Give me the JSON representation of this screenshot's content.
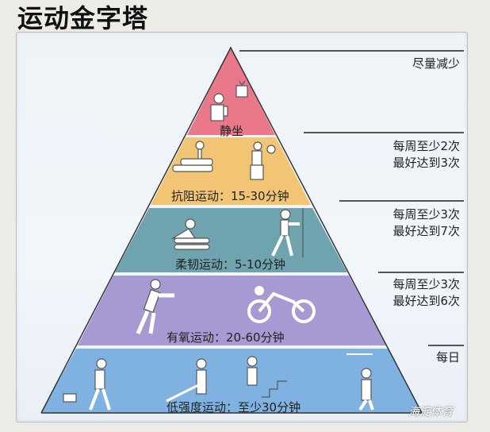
{
  "title": "运动金字塔",
  "colors": {
    "sedentary": "#e8788a",
    "resistance": "#f2c574",
    "flexibility": "#6fa3ae",
    "aerobic": "#a79ad3",
    "low_intensity": "#7fb2e0"
  },
  "layers": [
    {
      "name": "静坐",
      "label": "静坐",
      "frequency": [
        "尽量减少"
      ]
    },
    {
      "name": "抗阻运动",
      "label": "抗阻运动：15-30分钟",
      "frequency": [
        "每周至少2次",
        "最好达到3次"
      ]
    },
    {
      "name": "柔韧运动",
      "label": "柔韧运动：5-10分钟",
      "frequency": [
        "每周至少3次",
        "最好达到7次"
      ]
    },
    {
      "name": "有氧运动",
      "label": "有氧运动：20-60分钟",
      "frequency": [
        "每周至少3次",
        "最好达到6次"
      ]
    },
    {
      "name": "低强度运动",
      "label": "低强度运动：至少30分钟",
      "frequency": [
        "每日"
      ]
    }
  ],
  "watermark": "海淀体育"
}
